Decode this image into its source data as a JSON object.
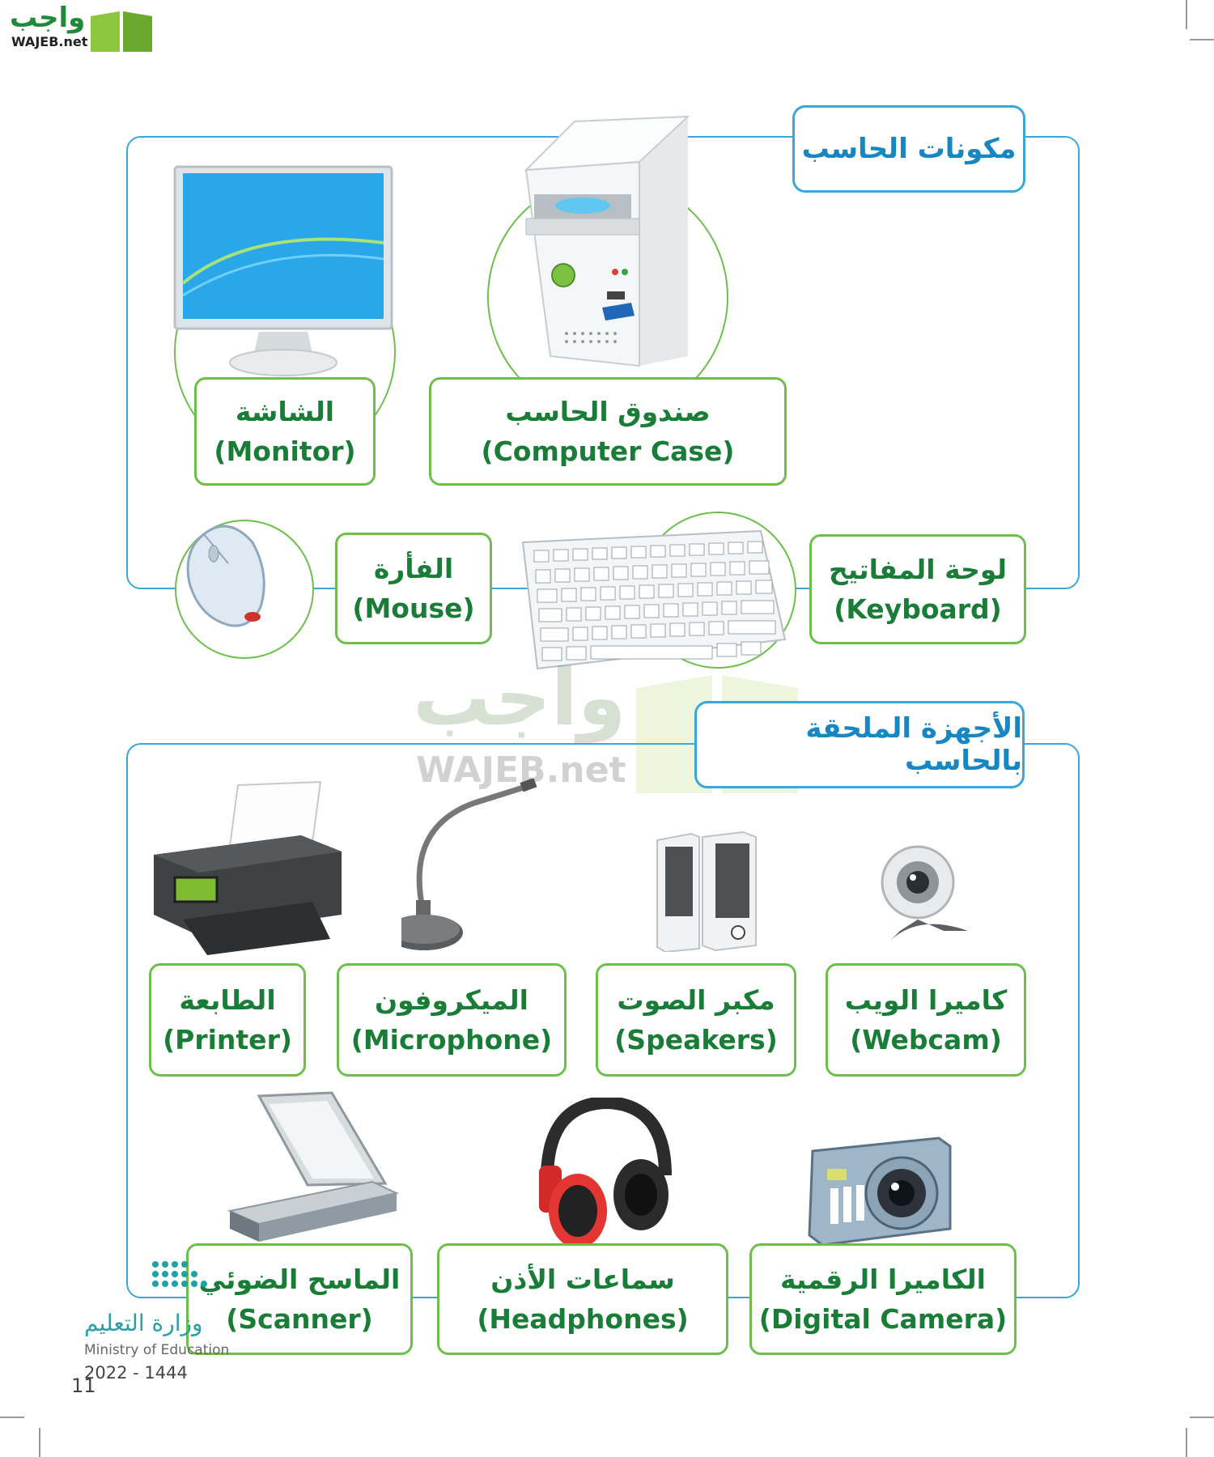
{
  "brand": {
    "arabic": "واجب",
    "latin": "WAJEB.net"
  },
  "watermark": {
    "arabic": "واجب",
    "latin": "WAJEB.net"
  },
  "section_components": {
    "title": "مكونات الحاسب",
    "items": [
      {
        "ar": "الشاشة",
        "en": "(Monitor)",
        "icon": "monitor-icon"
      },
      {
        "ar": "صندوق الحاسب",
        "en": "(Computer Case)",
        "icon": "computer-case-icon"
      },
      {
        "ar": "الفأرة",
        "en": "(Mouse)",
        "icon": "mouse-icon"
      },
      {
        "ar": "لوحة المفاتيح",
        "en": "(Keyboard)",
        "icon": "keyboard-icon"
      }
    ]
  },
  "section_peripherals": {
    "title": "الأجهزة الملحقة بالحاسب",
    "items": [
      {
        "ar": "الطابعة",
        "en": "(Printer)",
        "icon": "printer-icon"
      },
      {
        "ar": "الميكروفون",
        "en": "(Microphone)",
        "icon": "microphone-icon"
      },
      {
        "ar": "مكبر الصوت",
        "en": "(Speakers)",
        "icon": "speakers-icon"
      },
      {
        "ar": "كاميرا الويب",
        "en": "(Webcam)",
        "icon": "webcam-icon"
      },
      {
        "ar": "الماسح الضوئي",
        "en": "(Scanner)",
        "icon": "scanner-icon"
      },
      {
        "ar": "سماعات الأذن",
        "en": "(Headphones)",
        "icon": "headphones-icon"
      },
      {
        "ar": "الكاميرا الرقمية",
        "en": "(Digital Camera)",
        "icon": "digital-camera-icon"
      }
    ]
  },
  "footer": {
    "ministry_ar": "وزارة التعليم",
    "ministry_en": "Ministry of Education",
    "year": "2022 - 1444",
    "page_number": "11"
  },
  "colors": {
    "title_blue": "#1687c2",
    "frame_blue": "#3aa7d6",
    "label_green": "#1a7d37",
    "border_green": "#6cc04a"
  }
}
